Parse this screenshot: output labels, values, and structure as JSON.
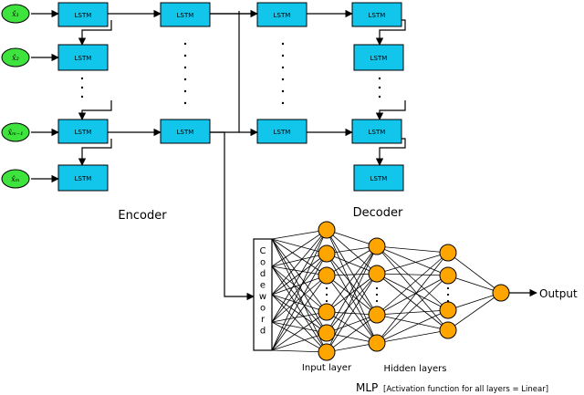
{
  "colors": {
    "lstm_fill": "#12c5ea",
    "input_fill": "#3ee33e",
    "neuron_fill": "#ffa500",
    "line": "#000000"
  },
  "lstm_label": "LSTM",
  "inputs": [
    "x̂₁",
    "x̂₂",
    "x̂ₘ₋₁",
    "x̂ₘ"
  ],
  "labels": {
    "encoder": "Encoder",
    "decoder": "Decoder",
    "codeword": "Codeword",
    "input_layer": "Input layer",
    "hidden_layers": "Hidden layers",
    "output": "Output",
    "mlp": "MLP",
    "mlp_note": "[Activation function for all layers = Linear]"
  }
}
